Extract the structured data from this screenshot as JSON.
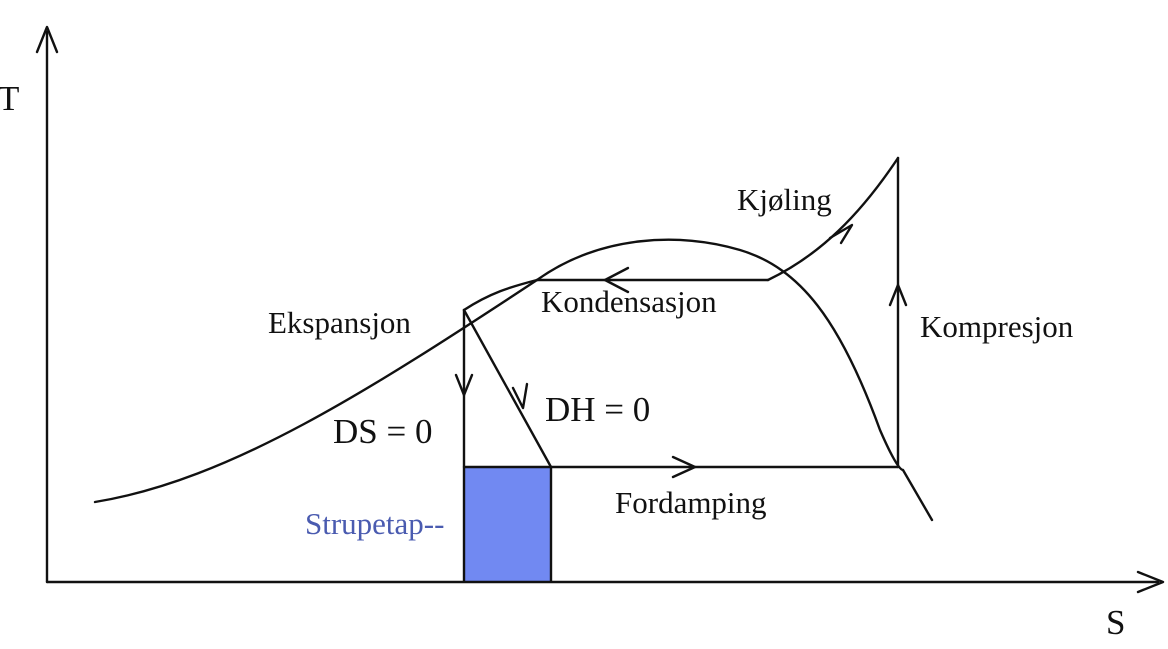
{
  "axes": {
    "y_label": "T",
    "x_label": "S"
  },
  "labels": {
    "cooling": "Kjøling",
    "condensation": "Kondensasjon",
    "expansion": "Ekspansjon",
    "compression": "Kompresjon",
    "ds_zero": "DS = 0",
    "dh_zero": "DH = 0",
    "evaporation": "Fordamping",
    "throttling_loss": "Strupetap--"
  },
  "colors": {
    "line": "#111111",
    "throttling_fill": "#7189F2",
    "throttling_text": "#4A5BB0"
  }
}
